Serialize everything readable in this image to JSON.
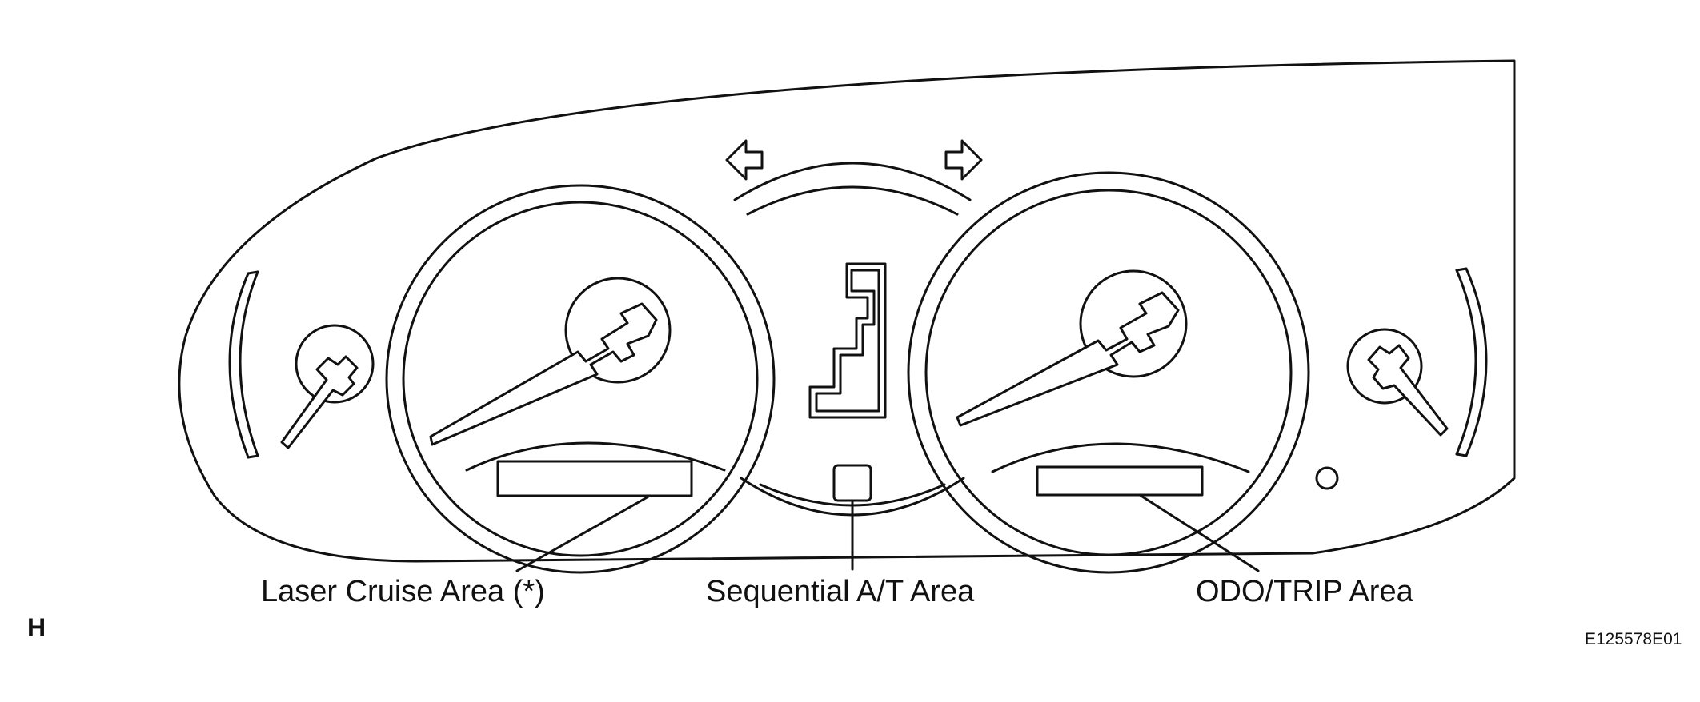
{
  "labels": {
    "laser_cruise": "Laser Cruise Area (*)",
    "sequential_at": "Sequential A/T Area",
    "odo_trip": "ODO/TRIP Area"
  },
  "view_letter": "H",
  "figure_code": "E125578E01"
}
